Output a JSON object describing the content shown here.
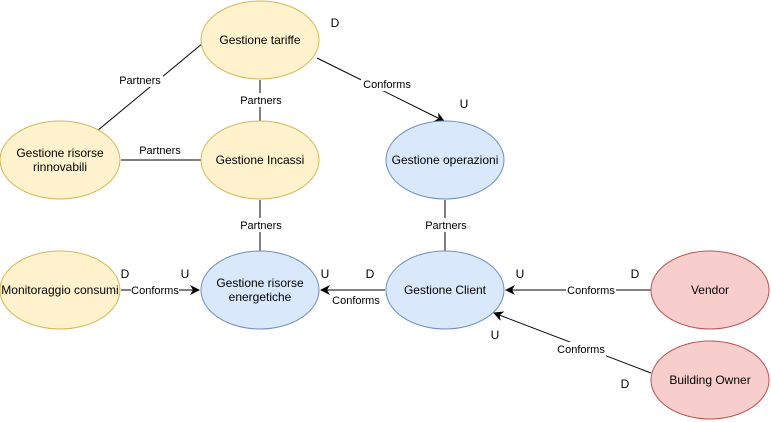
{
  "nodes": {
    "tariffe": {
      "label": [
        "Gestione tariffe"
      ],
      "fill": "#FFF2CC",
      "stroke": "#D6B656"
    },
    "rinnovabili": {
      "label": [
        "Gestione risorse",
        "rinnovabili"
      ],
      "fill": "#FFF2CC",
      "stroke": "#D6B656"
    },
    "incassi": {
      "label": [
        "Gestione Incassi"
      ],
      "fill": "#FFF2CC",
      "stroke": "#D6B656"
    },
    "operazioni": {
      "label": [
        "Gestione operazioni"
      ],
      "fill": "#DAE8FC",
      "stroke": "#6C8EBF"
    },
    "monitoraggio": {
      "label": [
        "Monitoraggio consumi"
      ],
      "fill": "#FFF2CC",
      "stroke": "#D6B656"
    },
    "energetiche": {
      "label": [
        "Gestione risorse",
        "energetiche"
      ],
      "fill": "#DAE8FC",
      "stroke": "#6C8EBF"
    },
    "client": {
      "label": [
        "Gestione Client"
      ],
      "fill": "#DAE8FC",
      "stroke": "#6C8EBF"
    },
    "vendor": {
      "label": [
        "Vendor"
      ],
      "fill": "#F8CECC",
      "stroke": "#B85450"
    },
    "owner": {
      "label": [
        "Building Owner"
      ],
      "fill": "#F8CECC",
      "stroke": "#B85450"
    }
  },
  "edges": {
    "tariffe_rinnovabili": "Partners",
    "tariffe_incassi": "Partners",
    "tariffe_operazioni": "Conforms",
    "rinnovabili_incassi": "Partners",
    "incassi_energetiche": "Partners",
    "operazioni_client": "Partners",
    "monitoraggio_energetiche": "Conforms",
    "client_energetiche": "Conforms",
    "vendor_client": "Conforms",
    "owner_client": "Conforms"
  },
  "markers": {
    "tariffe_d": "D",
    "operazioni_u": "U",
    "monitoraggio_d": "D",
    "energetiche_u_left": "U",
    "energetiche_u_right": "U",
    "client_d": "D",
    "client_u_right": "U",
    "vendor_d": "D",
    "client_u_bottom": "U",
    "owner_d": "D"
  }
}
